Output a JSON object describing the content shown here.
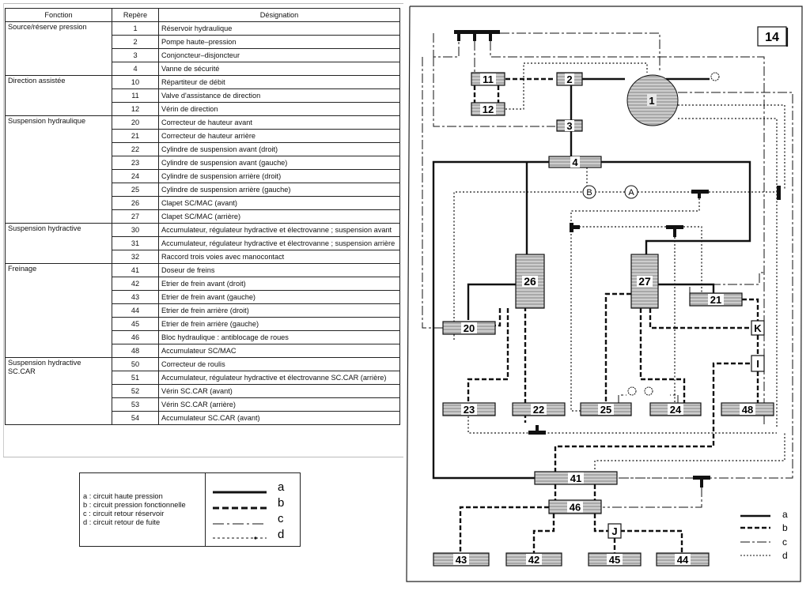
{
  "table": {
    "headers": [
      "Fonction",
      "Repère",
      "Désignation"
    ],
    "groups": [
      {
        "fonction": "Source/réserve pression",
        "rows": [
          {
            "repere": "1",
            "designation": "Réservoir hydraulique"
          },
          {
            "repere": "2",
            "designation": "Pompe haute–pression"
          },
          {
            "repere": "3",
            "designation": "Conjoncteur–disjoncteur"
          },
          {
            "repere": "4",
            "designation": "Vanne de sécurité"
          }
        ]
      },
      {
        "fonction": "Direction assistée",
        "rows": [
          {
            "repere": "10",
            "designation": "Répartiteur de débit"
          },
          {
            "repere": "11",
            "designation": "Valve d'assistance de direction"
          },
          {
            "repere": "12",
            "designation": "Vérin de direction"
          }
        ]
      },
      {
        "fonction": "Suspension hydraulique",
        "rows": [
          {
            "repere": "20",
            "designation": "Correcteur de hauteur avant"
          },
          {
            "repere": "21",
            "designation": "Correcteur de hauteur arrière"
          },
          {
            "repere": "22",
            "designation": "Cylindre de suspension avant (droit)"
          },
          {
            "repere": "23",
            "designation": "Cylindre de suspension avant (gauche)"
          },
          {
            "repere": "24",
            "designation": "Cylindre de suspension arrière (droit)"
          },
          {
            "repere": "25",
            "designation": "Cylindre de suspension arrière (gauche)"
          },
          {
            "repere": "26",
            "designation": "Clapet SC/MAC (avant)"
          },
          {
            "repere": "27",
            "designation": "Clapet SC/MAC (arrière)"
          }
        ]
      },
      {
        "fonction": "Suspension hydractive",
        "rows": [
          {
            "repere": "30",
            "designation": "Accumulateur, régulateur hydractive et électrovanne ; suspension avant"
          },
          {
            "repere": "31",
            "designation": "Accumulateur, régulateur hydractive et électrovanne ; suspension arrière"
          },
          {
            "repere": "32",
            "designation": "Raccord trois voies avec manocontact"
          }
        ]
      },
      {
        "fonction": "Freinage",
        "rows": [
          {
            "repere": "41",
            "designation": "Doseur de freins"
          },
          {
            "repere": "42",
            "designation": "Etrier de frein avant (droit)"
          },
          {
            "repere": "43",
            "designation": "Etrier de frein avant (gauche)"
          },
          {
            "repere": "44",
            "designation": "Etrier de frein arrière (droit)"
          },
          {
            "repere": "45",
            "designation": "Etrier de frein arrière (gauche)"
          },
          {
            "repere": "46",
            "designation": "Bloc hydraulique : antiblocage de roues"
          },
          {
            "repere": "48",
            "designation": "Accumulateur SC/MAC"
          }
        ]
      },
      {
        "fonction": "Suspension hydractive SC.CAR",
        "rows": [
          {
            "repere": "50",
            "designation": "Correcteur de roulis"
          },
          {
            "repere": "51",
            "designation": "Accumulateur, régulateur hydractive et électrovanne SC.CAR (arrière)"
          },
          {
            "repere": "52",
            "designation": "Vérin SC.CAR (avant)"
          },
          {
            "repere": "53",
            "designation": "Vérin SC.CAR (arrière)"
          },
          {
            "repere": "54",
            "designation": "Accumulateur SC.CAR (avant)"
          }
        ]
      }
    ]
  },
  "line_legend": {
    "descriptions": [
      "a : circuit haute pression",
      "b : circuit pression fonctionnelle",
      "c : circuit retour réservoir",
      "d : circuit retour de fuite"
    ],
    "keys": [
      "a",
      "b",
      "c",
      "d"
    ]
  },
  "diagram": {
    "figure_number": "14",
    "components": [
      "1",
      "2",
      "3",
      "4",
      "11",
      "12",
      "20",
      "21",
      "22",
      "23",
      "24",
      "25",
      "26",
      "27",
      "41",
      "42",
      "43",
      "44",
      "45",
      "46",
      "48"
    ],
    "connectors": [
      "A",
      "B",
      "K",
      "I",
      "J"
    ],
    "legend_keys": [
      "a",
      "b",
      "c",
      "d"
    ]
  }
}
